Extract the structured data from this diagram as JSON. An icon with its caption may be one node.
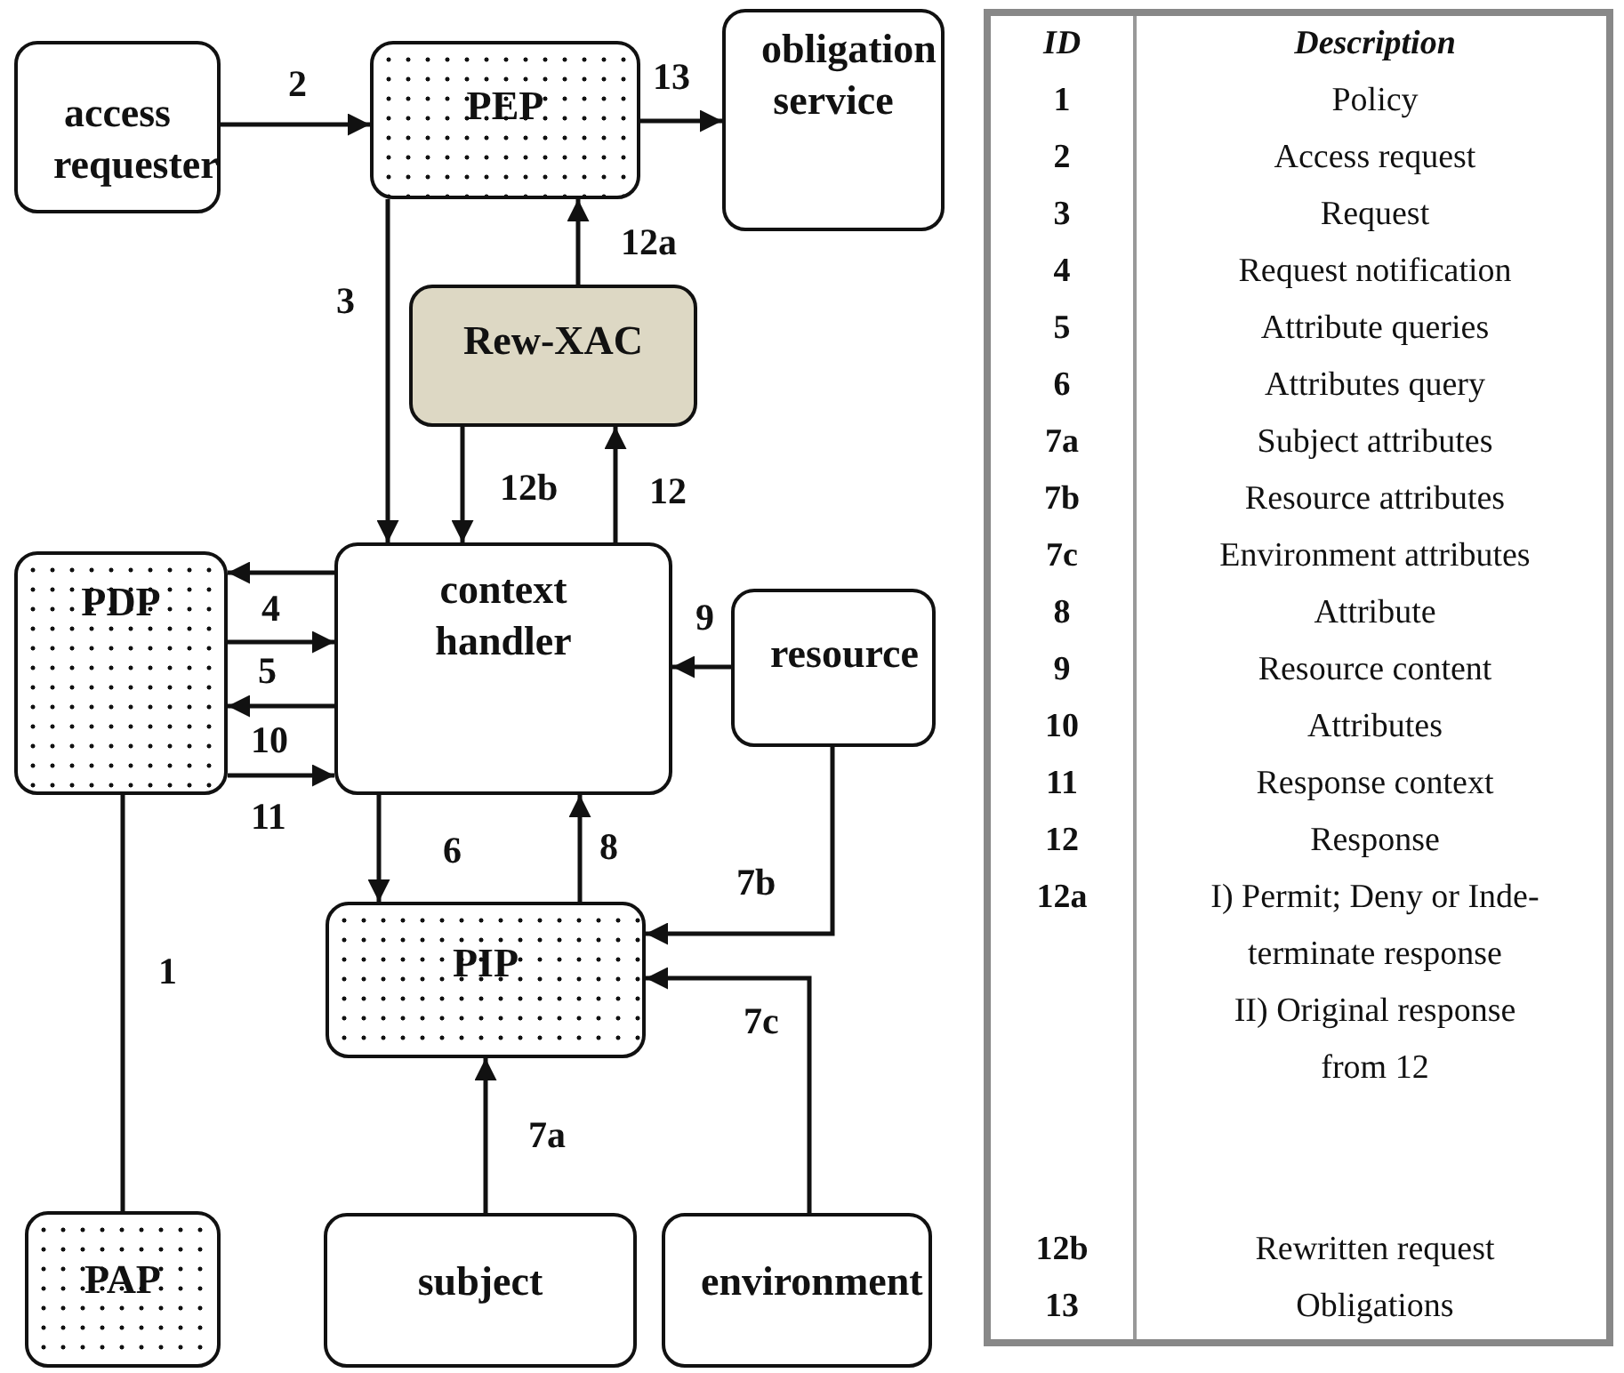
{
  "diagram": {
    "nodes": [
      {
        "text": [
          "access requester"
        ]
      },
      {
        "text": [
          "PEP"
        ]
      },
      {
        "text": [
          "obligation service"
        ]
      },
      {
        "text": [
          "Rew-XAC"
        ]
      },
      {
        "text": [
          "PDP"
        ]
      },
      {
        "text": [
          "context handler"
        ]
      },
      {
        "text": [
          "resource"
        ]
      },
      {
        "text": [
          "PIP"
        ]
      },
      {
        "text": [
          "PAP"
        ]
      },
      {
        "text": [
          "subject"
        ]
      },
      {
        "text": [
          "environment"
        ]
      }
    ],
    "edges": [
      {
        "from": 0,
        "to": 1,
        "arrow": "to",
        "label": "2"
      },
      {
        "from": 1,
        "to": 2,
        "arrow": "to",
        "label": "13"
      },
      {
        "from": 3,
        "to": 1,
        "arrow": "to",
        "label": "12a"
      },
      {
        "from": 1,
        "to": 5,
        "arrow": "to",
        "label": "3"
      },
      {
        "from": 3,
        "to": 5,
        "arrow": "to",
        "label": "12b"
      },
      {
        "from": 5,
        "to": 3,
        "arrow": "to",
        "label": "12"
      },
      {
        "from": 5,
        "to": 4,
        "arrow": "to"
      },
      {
        "from": 4,
        "to": 5,
        "arrow": "to",
        "label": "4"
      },
      {
        "from": 5,
        "to": 4,
        "arrow": "to",
        "label": "5"
      },
      {
        "from": 4,
        "to": 5,
        "arrow": "to",
        "label": "10"
      },
      {
        "from": 5,
        "to": 7,
        "arrow": "to",
        "label": "6"
      },
      {
        "from": 7,
        "to": 5,
        "arrow": "to",
        "label": "8"
      },
      {
        "from": 6,
        "to": 5,
        "arrow": "to",
        "label": "9"
      },
      {
        "from": 6,
        "to": 7,
        "arrow": "to",
        "label": "7b"
      },
      {
        "from": 10,
        "to": 7,
        "arrow": "to",
        "label": "7c"
      },
      {
        "from": 9,
        "to": 7,
        "arrow": "to",
        "label": "7a"
      },
      {
        "from": 4,
        "to": 8,
        "arrow": "none",
        "label": "1"
      }
    ],
    "labels": [
      "11",
      "ID",
      "Description",
      "1",
      "Policy",
      "2",
      "Access request",
      "3",
      "Request",
      "4",
      "Request notification",
      "5",
      "Attribute queries",
      "6",
      "Attributes query",
      "7a",
      "Subject attributes",
      "7b",
      "Resource attributes",
      "7c",
      "Environment attributes",
      "8",
      "Attribute",
      "9",
      "Resource content",
      "10",
      "Attributes",
      "11",
      "Response context",
      "12",
      "Response",
      "12a",
      "I) Permit; Deny or Inde- terminate response",
      "II) Original response from 12",
      "12b",
      "Rewritten request",
      "13",
      "Obligations"
    ]
  }
}
